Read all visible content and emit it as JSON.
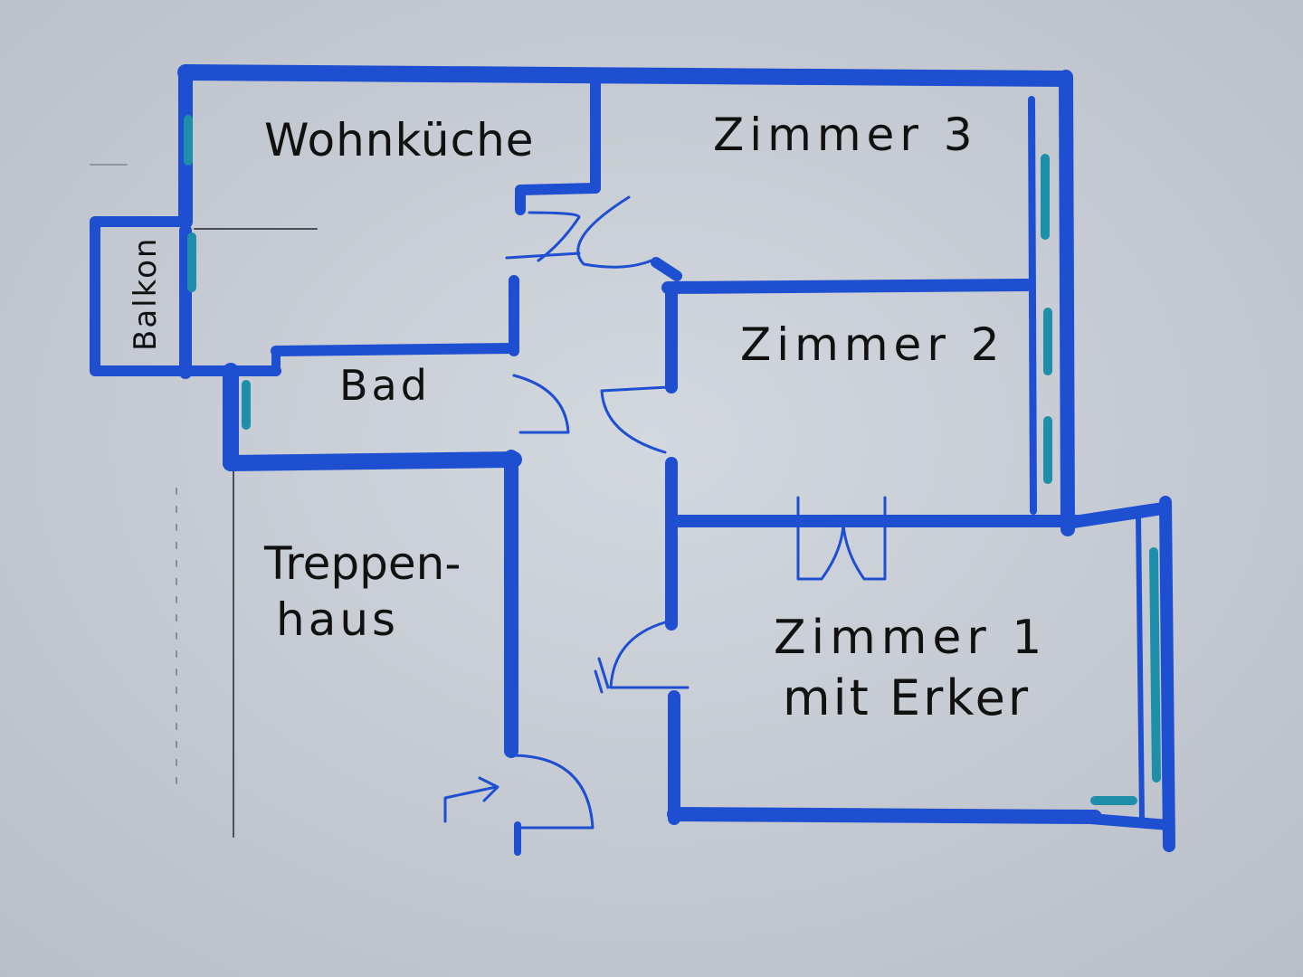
{
  "colors": {
    "paper": "#c9ced6",
    "wall": "#1f4fd1",
    "window": "#1e8fa8",
    "ink": "#111111",
    "pencil": "#4a4e55"
  },
  "rooms": {
    "wohnkueche": "Wohnküche",
    "zimmer3": "Zimmer 3",
    "zimmer2": "Zimmer 2",
    "zimmer1_line1": "Zimmer 1",
    "zimmer1_line2": "mit Erker",
    "bad": "Bad",
    "balkon": "Balkon",
    "treppenhaus_line1": "Treppen-",
    "treppenhaus_line2": "haus"
  }
}
